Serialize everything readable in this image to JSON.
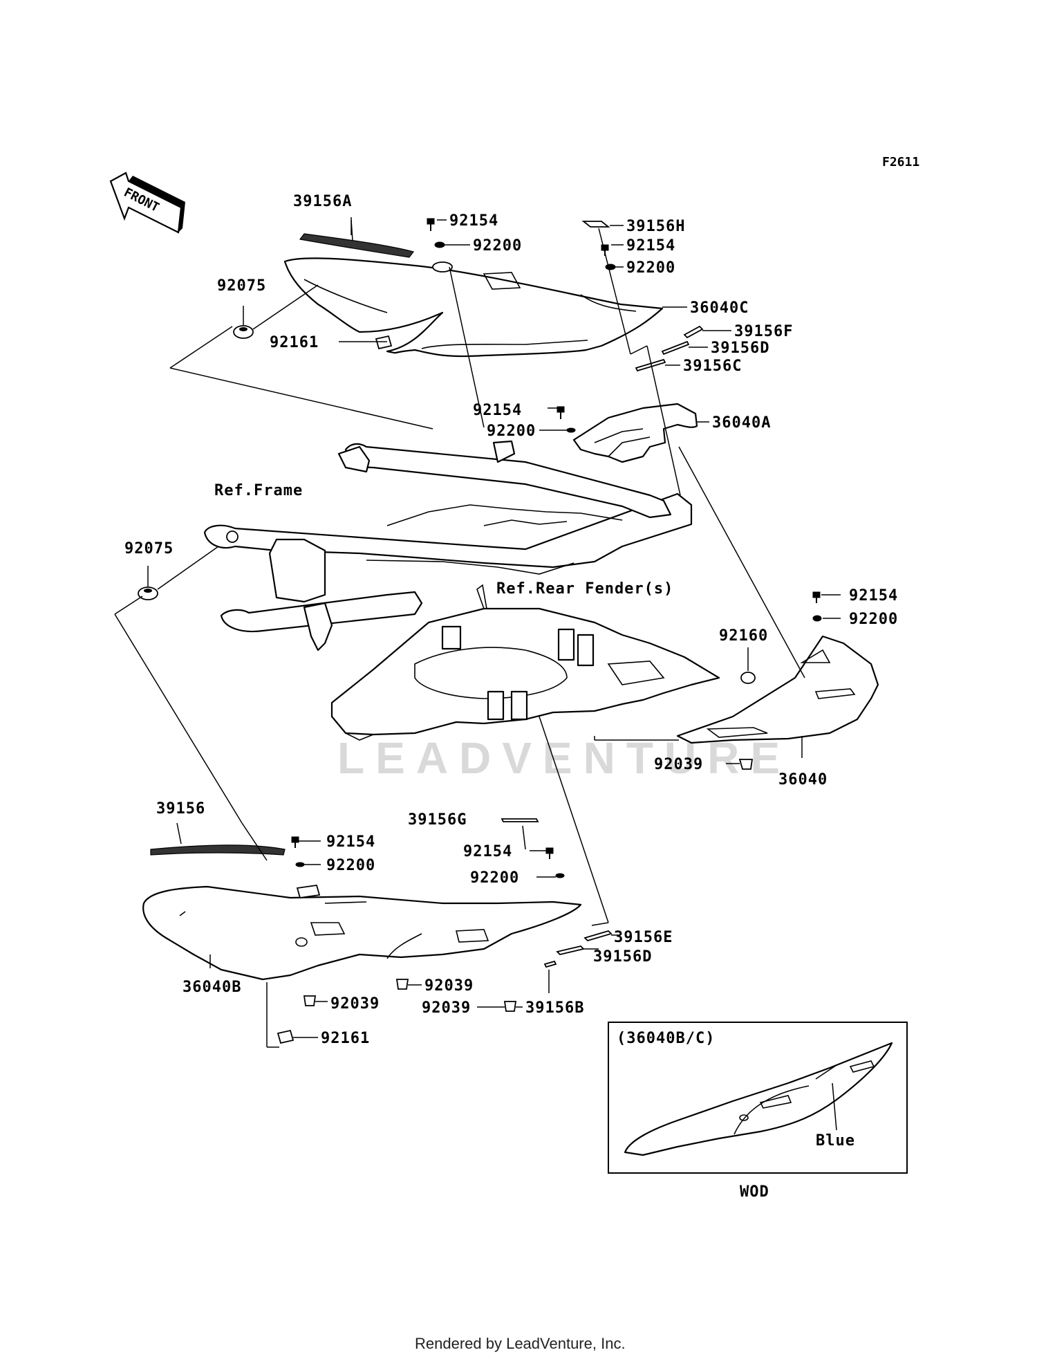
{
  "diagram_code": "F2611",
  "front_label": "FRONT",
  "watermark": "LEADVENTURE",
  "footer": "Rendered by LeadVenture, Inc.",
  "inset": {
    "title": "(36040B/C)",
    "color_label": "Blue",
    "caption": "WOD"
  },
  "refs": {
    "frame": "Ref.Frame",
    "rear_fender": "Ref.Rear Fender(s)"
  },
  "labels": {
    "p39156A": "39156A",
    "p92154_a": "92154",
    "p92200_a": "92200",
    "p39156H": "39156H",
    "p92154_b": "92154",
    "p92200_b": "92200",
    "p36040C": "36040C",
    "p39156F": "39156F",
    "p39156D_a": "39156D",
    "p39156C": "39156C",
    "p92075_a": "92075",
    "p92161_a": "92161",
    "p92154_c": "92154",
    "p92200_c": "92200",
    "p36040A": "36040A",
    "p92075_b": "92075",
    "p92154_d": "92154",
    "p92200_d": "92200",
    "p92160": "92160",
    "p92039_a": "92039",
    "p36040": "36040",
    "p39156": "39156",
    "p92154_e": "92154",
    "p92200_e": "92200",
    "p39156G": "39156G",
    "p92154_f": "92154",
    "p92200_f": "92200",
    "p39156E": "39156E",
    "p39156D_b": "39156D",
    "p36040B": "36040B",
    "p92039_b": "92039",
    "p92039_c": "92039",
    "p92039_d": "92039",
    "p39156B": "39156B",
    "p92161_b": "92161"
  }
}
